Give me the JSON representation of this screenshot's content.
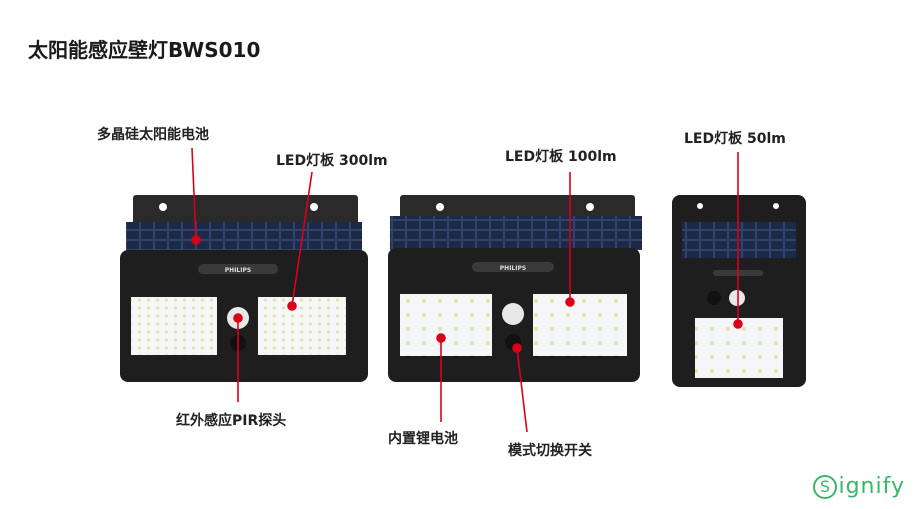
{
  "title": "太阳能感应壁灯BWS010",
  "labels": {
    "solar_panel": "多晶硅太阳能电池",
    "led_300": "LED灯板 300lm",
    "led_100": "LED灯板 100lm",
    "led_50": "LED灯板 50lm",
    "pir": "红外感应PIR探头",
    "battery": "内置锂电池",
    "mode_switch": "模式切换开关"
  },
  "device_brand": "PHILIPS",
  "logo": {
    "text": "ignify",
    "initial": "S"
  },
  "colors": {
    "callout": "#d9001b",
    "logo": "#3bb56a"
  }
}
